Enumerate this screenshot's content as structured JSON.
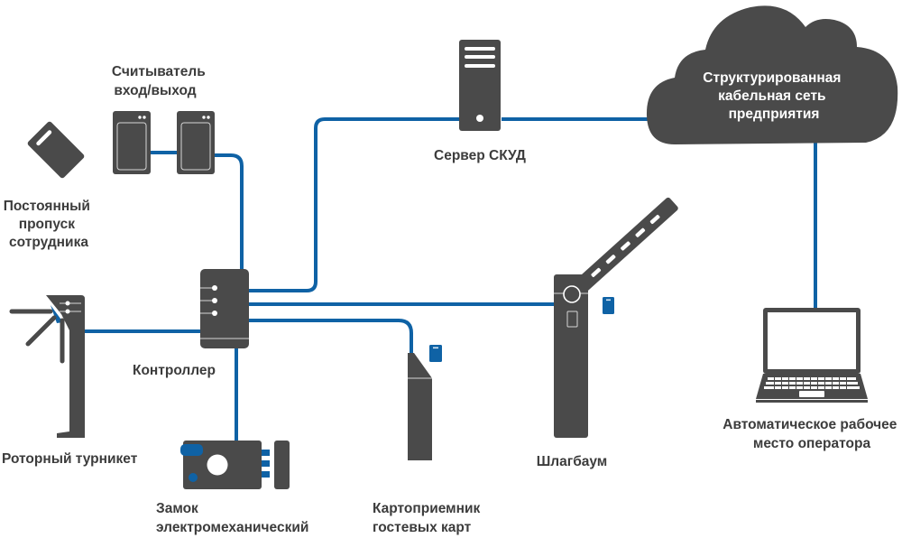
{
  "colors": {
    "device": "#4a4a4a",
    "wire": "#0f62a5",
    "accent": "#0f62a5",
    "label": "#3c3c3c",
    "background": "#ffffff"
  },
  "nodes": {
    "card": {
      "label_lines": [
        "Постоянный",
        "пропуск",
        "сотрудника"
      ],
      "icon": "access-card-icon"
    },
    "readers": {
      "label_lines": [
        "Считыватель",
        "вход/выход"
      ],
      "icon": "card-reader-icon"
    },
    "turnstile": {
      "label_lines": [
        "Роторный турникет"
      ],
      "icon": "tripod-turnstile-icon"
    },
    "controller": {
      "label_lines": [
        "Контроллер"
      ],
      "icon": "controller-icon"
    },
    "lock": {
      "label_lines": [
        "Замок",
        "электромеханический"
      ],
      "icon": "electromechanical-lock-icon"
    },
    "card_collector": {
      "label_lines": [
        "Картоприемник",
        "гостевых карт"
      ],
      "icon": "card-collector-icon"
    },
    "server": {
      "label_lines": [
        "Сервер СКУД"
      ],
      "icon": "server-icon"
    },
    "network": {
      "label_lines": [
        "Структурированная",
        "кабельная сеть",
        "предприятия"
      ],
      "icon": "cloud-icon"
    },
    "barrier": {
      "label_lines": [
        "Шлагбаум"
      ],
      "icon": "barrier-gate-icon"
    },
    "workstation": {
      "label_lines": [
        "Автоматическое рабочее",
        "место оператора"
      ],
      "icon": "laptop-icon"
    }
  },
  "connections": [
    {
      "from": "readers",
      "to": "controller"
    },
    {
      "from": "turnstile",
      "to": "controller"
    },
    {
      "from": "controller",
      "to": "lock"
    },
    {
      "from": "controller",
      "to": "server"
    },
    {
      "from": "server",
      "to": "network"
    },
    {
      "from": "controller",
      "to": "barrier"
    },
    {
      "from": "controller",
      "to": "card_collector"
    },
    {
      "from": "network",
      "to": "workstation"
    }
  ]
}
